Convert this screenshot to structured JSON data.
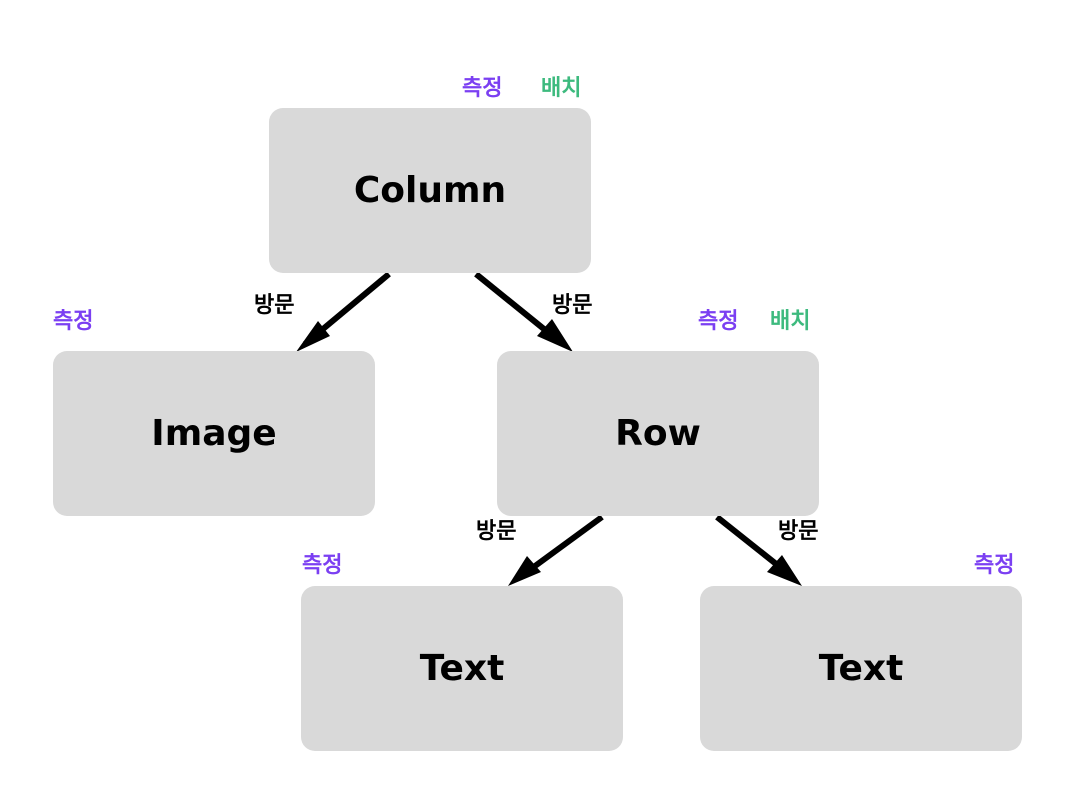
{
  "colors": {
    "node_fill": "#d9d9d9",
    "measure": "#7b3ff2",
    "place": "#3dba7e",
    "edge": "#000000"
  },
  "nodes": {
    "column": {
      "label": "Column",
      "measure": "측정",
      "place": "배치"
    },
    "image": {
      "label": "Image",
      "measure": "측정"
    },
    "row": {
      "label": "Row",
      "measure": "측정",
      "place": "배치"
    },
    "text_left": {
      "label": "Text",
      "measure": "측정"
    },
    "text_right": {
      "label": "Text",
      "measure": "측정"
    }
  },
  "edges": [
    {
      "from": "Column",
      "to": "Image",
      "label": "방문"
    },
    {
      "from": "Column",
      "to": "Row",
      "label": "방문"
    },
    {
      "from": "Row",
      "to": "Text",
      "label": "방문"
    },
    {
      "from": "Row",
      "to": "Text",
      "label": "방문"
    }
  ]
}
